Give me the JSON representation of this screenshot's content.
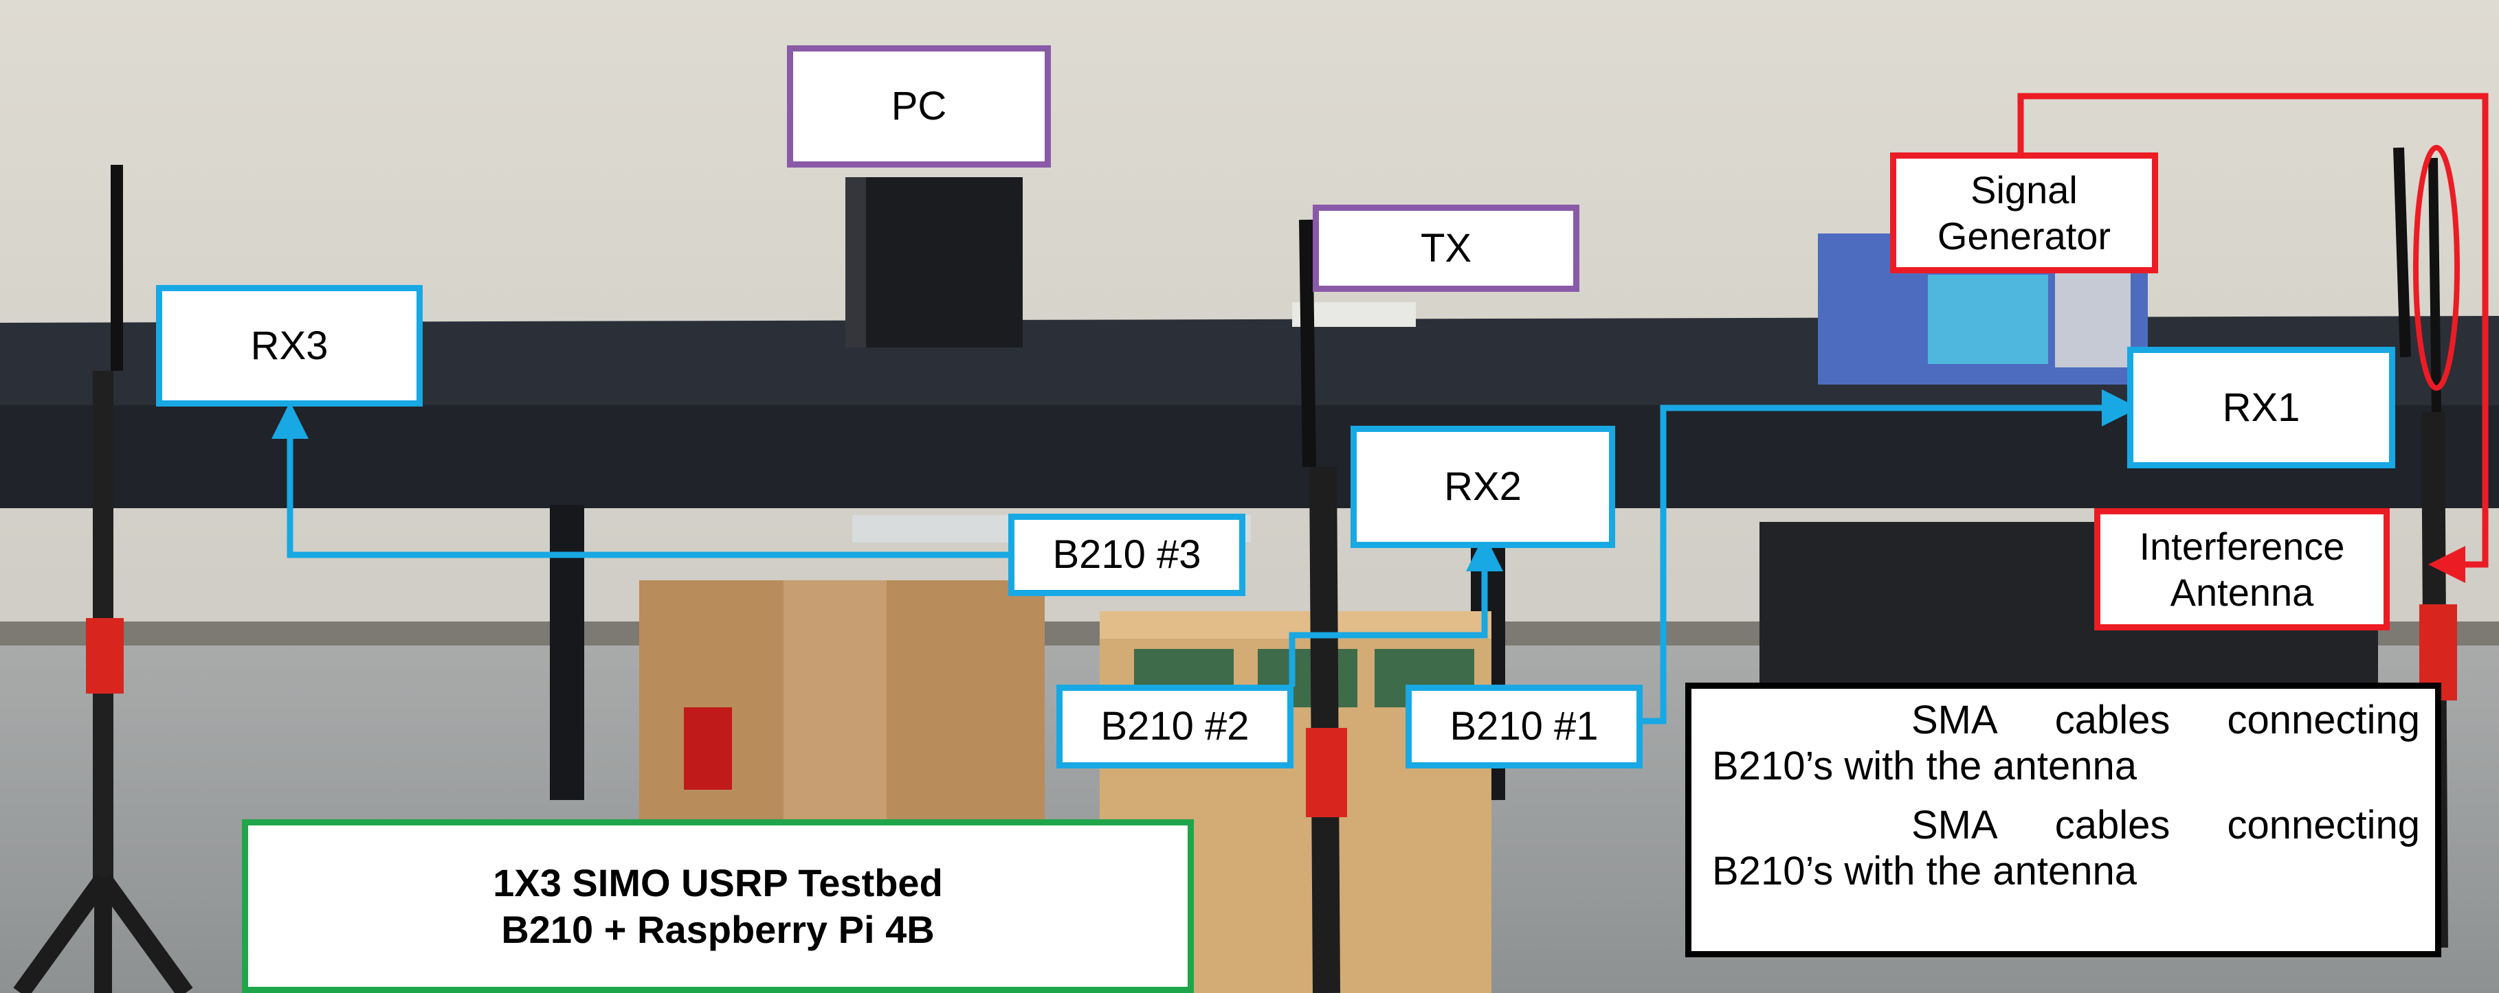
{
  "labels": {
    "pc": "PC",
    "tx": "TX",
    "rx1": "RX1",
    "rx2": "RX2",
    "rx3": "RX3",
    "b210_1": "B210 #1",
    "b210_2": "B210 #2",
    "b210_3": "B210 #3",
    "signal_generator_line1": "Signal",
    "signal_generator_line2": "Generator",
    "interference_line1": "Interference",
    "interference_line2": "Antenna"
  },
  "title": {
    "line1": "1X3 SIMO USRP Testbed",
    "line2": "B210 + Raspberry Pi 4B"
  },
  "legend": {
    "blue": {
      "w1": "SMA",
      "w2": "cables",
      "w3": "connecting",
      "line2": "B210’s with the antenna"
    },
    "red": {
      "w1": "SMA",
      "w2": "cables",
      "w3": "connecting",
      "line2": "B210’s with the antenna"
    }
  },
  "colors": {
    "blue_cable": "#18a8e3",
    "red_cable": "#ec1c24",
    "device_box": "#8a5aa8",
    "title_box": "#1fa54a"
  }
}
